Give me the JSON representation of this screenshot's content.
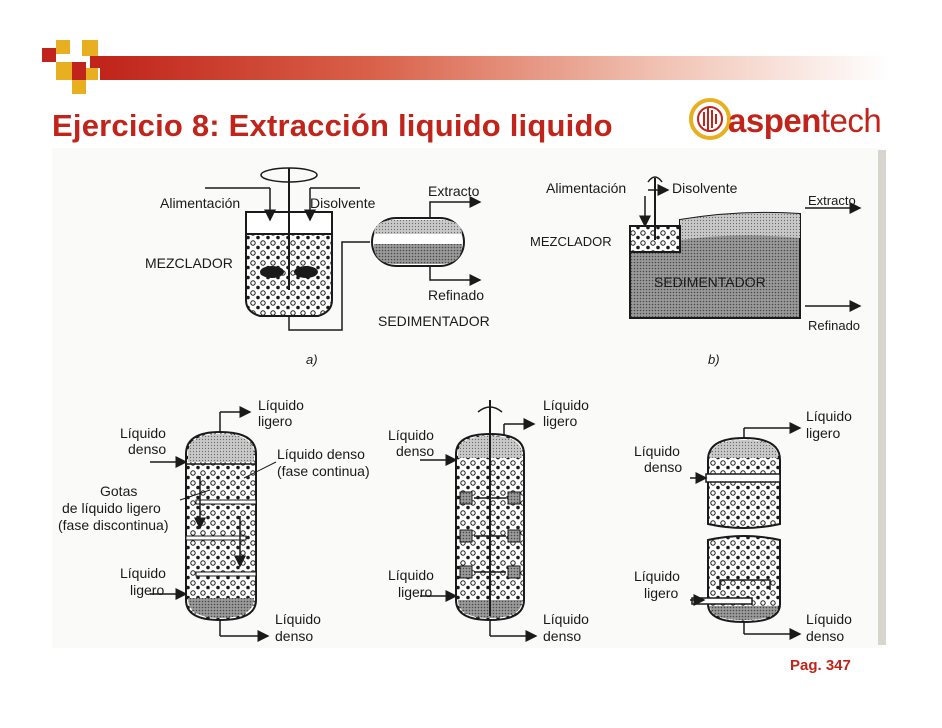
{
  "slide": {
    "title": "Ejercicio 8: Extracción liquido liquido",
    "page_number": "Pag. 347"
  },
  "logo": {
    "brand_part1": "aspen",
    "brand_part2": "tech"
  },
  "diagram_a": {
    "caption": "a)",
    "feed_label": "Alimentación",
    "solvent_label": "Disolvente",
    "mixer_label": "MEZCLADOR",
    "extract_label": "Extracto",
    "raffinate_label": "Refinado",
    "settler_label": "SEDIMENTADOR"
  },
  "diagram_b": {
    "caption": "b)",
    "feed_label": "Alimentación",
    "solvent_label": "Disolvente",
    "mixer_label": "MEZCLADOR",
    "extract_label": "Extracto",
    "settler_label": "SEDIMENTADOR",
    "raffinate_label": "Refinado"
  },
  "column_1": {
    "light_out_1": "Líquido",
    "light_out_2": "ligero",
    "dense_in_1": "Líquido",
    "dense_in_2": "denso",
    "continuous_1": "Líquido denso",
    "continuous_2": "(fase continua)",
    "drops_1": "Gotas",
    "drops_2": "de líquido ligero",
    "drops_3": "(fase discontinua)",
    "light_in_1": "Líquido",
    "light_in_2": "ligero",
    "dense_out_1": "Líquido",
    "dense_out_2": "denso"
  },
  "column_2": {
    "light_out_1": "Líquido",
    "light_out_2": "ligero",
    "dense_in_1": "Líquido",
    "dense_in_2": "denso",
    "light_in_1": "Líquido",
    "light_in_2": "ligero",
    "dense_out_1": "Líquido",
    "dense_out_2": "denso"
  },
  "column_3": {
    "light_out_1": "Líquido",
    "light_out_2": "ligero",
    "dense_in_1": "Líquido",
    "dense_in_2": "denso",
    "light_in_1": "Líquido",
    "light_in_2": "ligero",
    "dense_out_1": "Líquido",
    "dense_out_2": "denso"
  },
  "colors": {
    "accent": "#c0241a",
    "ink": "#1a1a1a",
    "dense_fill": "#9a9a9a",
    "light_fill": "#d4d4d4"
  }
}
